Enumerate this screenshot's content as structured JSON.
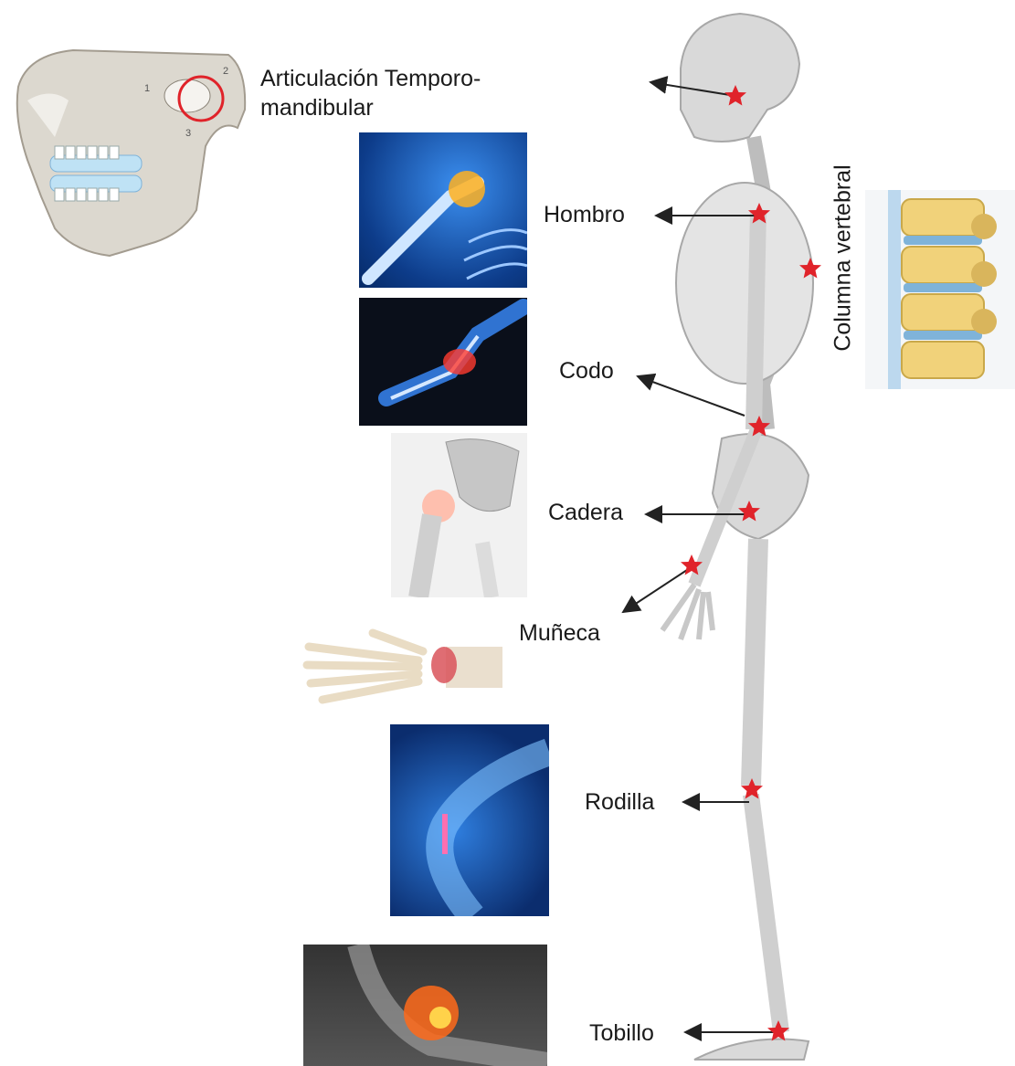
{
  "labels": {
    "tmj_line1": "Articulación Temporo-",
    "tmj_line2": "mandibular",
    "shoulder": "Hombro",
    "elbow": "Codo",
    "hip": "Cadera",
    "wrist": "Muñeca",
    "knee": "Rodilla",
    "ankle": "Tobillo",
    "spine": "Columna vertebral"
  },
  "jaw_callouts": [
    "1",
    "2",
    "3"
  ],
  "colors": {
    "marker": "#e0232a",
    "bone": "#dcdcdc",
    "bone_shadow": "#b9b9b9",
    "xray_blue": "#1e63c8",
    "spine_yellow": "#f1d27a",
    "disc_blue": "#7fb3d9",
    "arrow": "#222222"
  }
}
